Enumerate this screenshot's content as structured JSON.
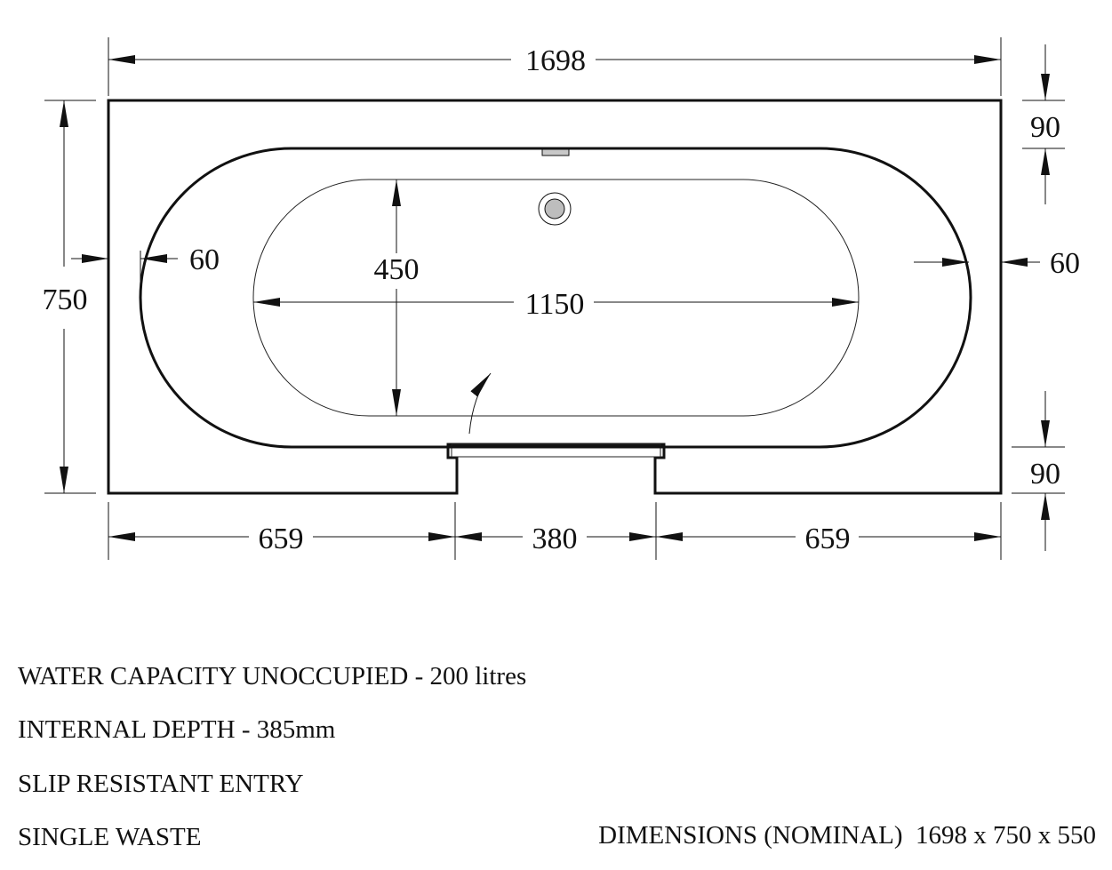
{
  "dimensions": {
    "overall_length": "1698",
    "overall_width": "750",
    "deck_top": "90",
    "deck_bottom": "90",
    "rim_left": "60",
    "rim_right": "60",
    "inner_width": "450",
    "inner_length": "1150",
    "bottom_left": "659",
    "bottom_center": "380",
    "bottom_right": "659"
  },
  "specs": {
    "water_capacity": "WATER CAPACITY UNOCCUPIED - 200 litres",
    "internal_depth": "INTERNAL DEPTH - 385mm",
    "slip_resistant": "SLIP RESISTANT ENTRY",
    "single_waste": "SINGLE WASTE",
    "dimensions_nominal": "DIMENSIONS (NOMINAL)  1698 x 750 x 550"
  }
}
